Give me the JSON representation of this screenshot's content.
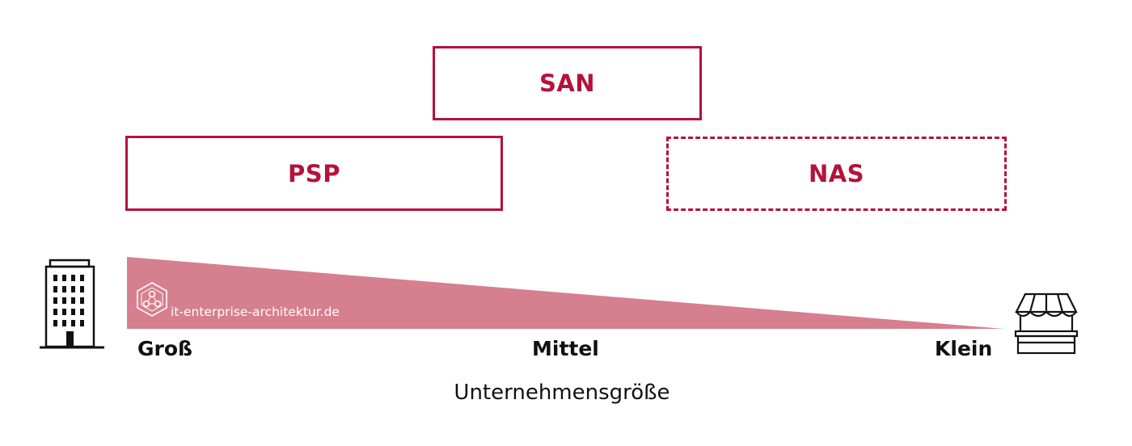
{
  "boxes": {
    "san": "SAN",
    "psp": "PSP",
    "nas": "NAS"
  },
  "scale": {
    "large": "Groß",
    "medium": "Mittel",
    "small": "Klein",
    "axis_title": "Unternehmensgröße"
  },
  "watermark": {
    "text": "it-enterprise-architektur.de"
  },
  "icons": {
    "large": "office-building-icon",
    "small": "market-stall-icon",
    "watermark": "hexagon-logo-icon"
  },
  "colors": {
    "accent": "#b5123b",
    "wedge": "#d67f8f",
    "text": "#111111"
  }
}
